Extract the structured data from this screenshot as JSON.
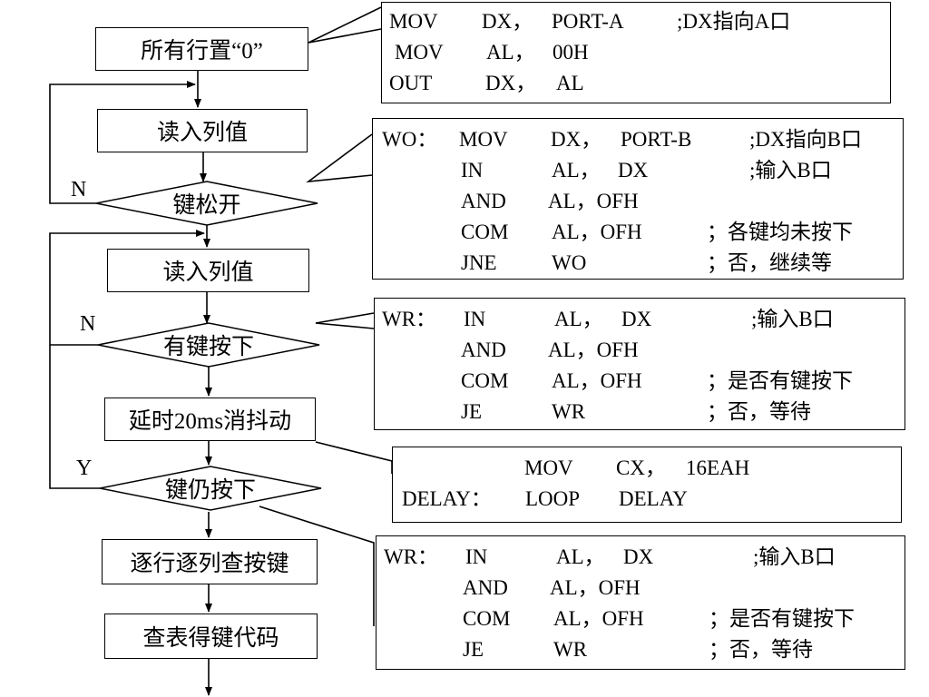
{
  "flow": {
    "step1": "所有行置“0”",
    "step2": "读入列值",
    "dec1": "键松开",
    "dec1_no": "N",
    "step3": "读入列值",
    "dec2": "有键按下",
    "dec2_no": "N",
    "step4": "延时20ms消抖动",
    "dec3": "键仍按下",
    "dec3_yes": "Y",
    "step5": "逐行逐列查按键",
    "step6": "查表得键代码"
  },
  "code": {
    "b1": [
      [
        "MOV",
        "DX，",
        "PORT-A",
        ";DX指向A口"
      ],
      [
        "MOV",
        "AL，",
        "00H"
      ],
      [
        "OUT",
        "DX，",
        "AL"
      ]
    ],
    "b2": [
      [
        "WO：",
        "MOV",
        "DX，",
        "PORT-B",
        ";DX指向B口"
      ],
      [
        "IN",
        "AL，",
        "DX",
        ";输入B口"
      ],
      [
        "AND",
        "AL，OFH"
      ],
      [
        "COM",
        "AL，OFH",
        "；各键均未按下"
      ],
      [
        "JNE",
        "WO",
        "；否，继续等"
      ]
    ],
    "b3": [
      [
        "WR：",
        "IN",
        "AL，",
        "DX",
        ";输入B口"
      ],
      [
        "AND",
        "AL，OFH"
      ],
      [
        "COM",
        "AL，OFH",
        "；是否有键按下"
      ],
      [
        "JE",
        "WR",
        "；否，等待"
      ]
    ],
    "b4": [
      [
        "MOV",
        "CX，",
        "16EAH"
      ],
      [
        "DELAY：",
        "LOOP",
        "DELAY"
      ]
    ],
    "b5": [
      [
        "WR：",
        "IN",
        "AL，",
        "DX",
        ";输入B口"
      ],
      [
        "AND",
        "AL，OFH"
      ],
      [
        "COM",
        "AL，OFH",
        "；是否有键按下"
      ],
      [
        "JE",
        "WR",
        "；否，等待"
      ]
    ]
  }
}
